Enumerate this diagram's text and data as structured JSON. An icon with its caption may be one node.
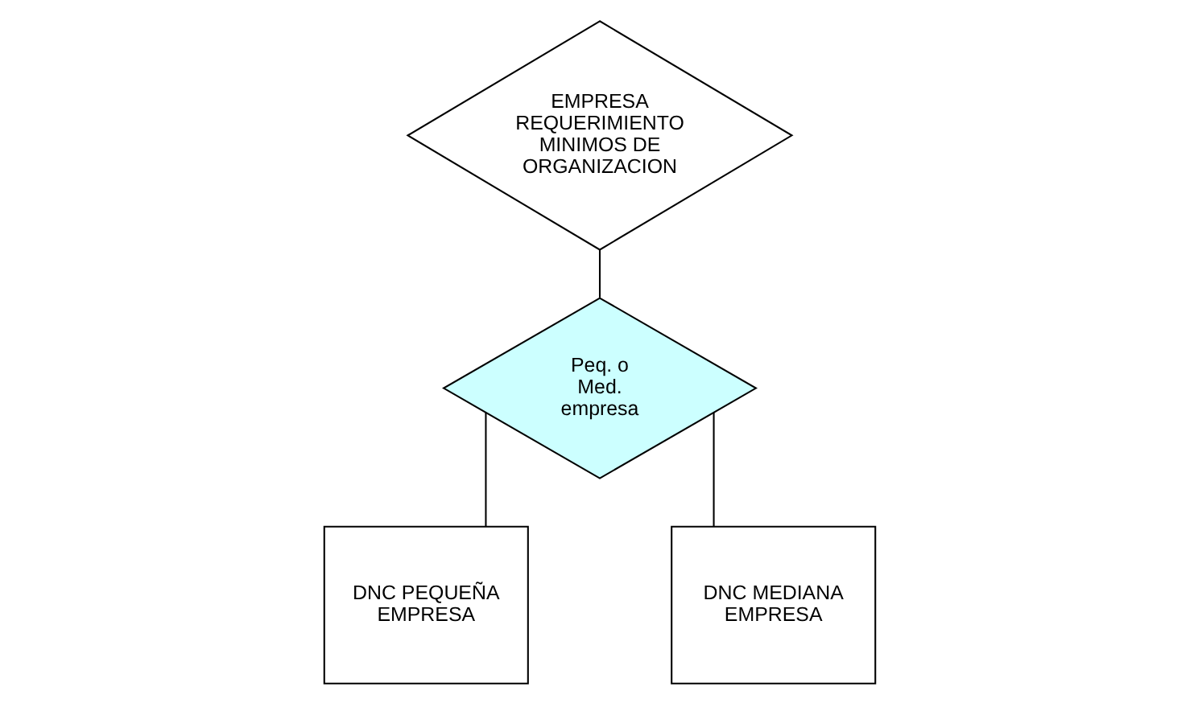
{
  "diagram": {
    "nodes": [
      {
        "text": [
          "EMPRESA REQUERIMIENTO MINIMOS DE ORGANIZACION"
        ]
      },
      {
        "text": [
          "Peq. o Med. empresa"
        ]
      },
      {
        "text": [
          "DNC PEQUEÑA EMPRESA"
        ]
      },
      {
        "text": [
          "DNC MEDIANA EMPRESA"
        ]
      }
    ],
    "edges": [
      {
        "from": 0,
        "to": 1,
        "arrow": "none"
      },
      {
        "from": 1,
        "to": 2,
        "arrow": "none"
      },
      {
        "from": 1,
        "to": 3,
        "arrow": "none"
      }
    ]
  }
}
